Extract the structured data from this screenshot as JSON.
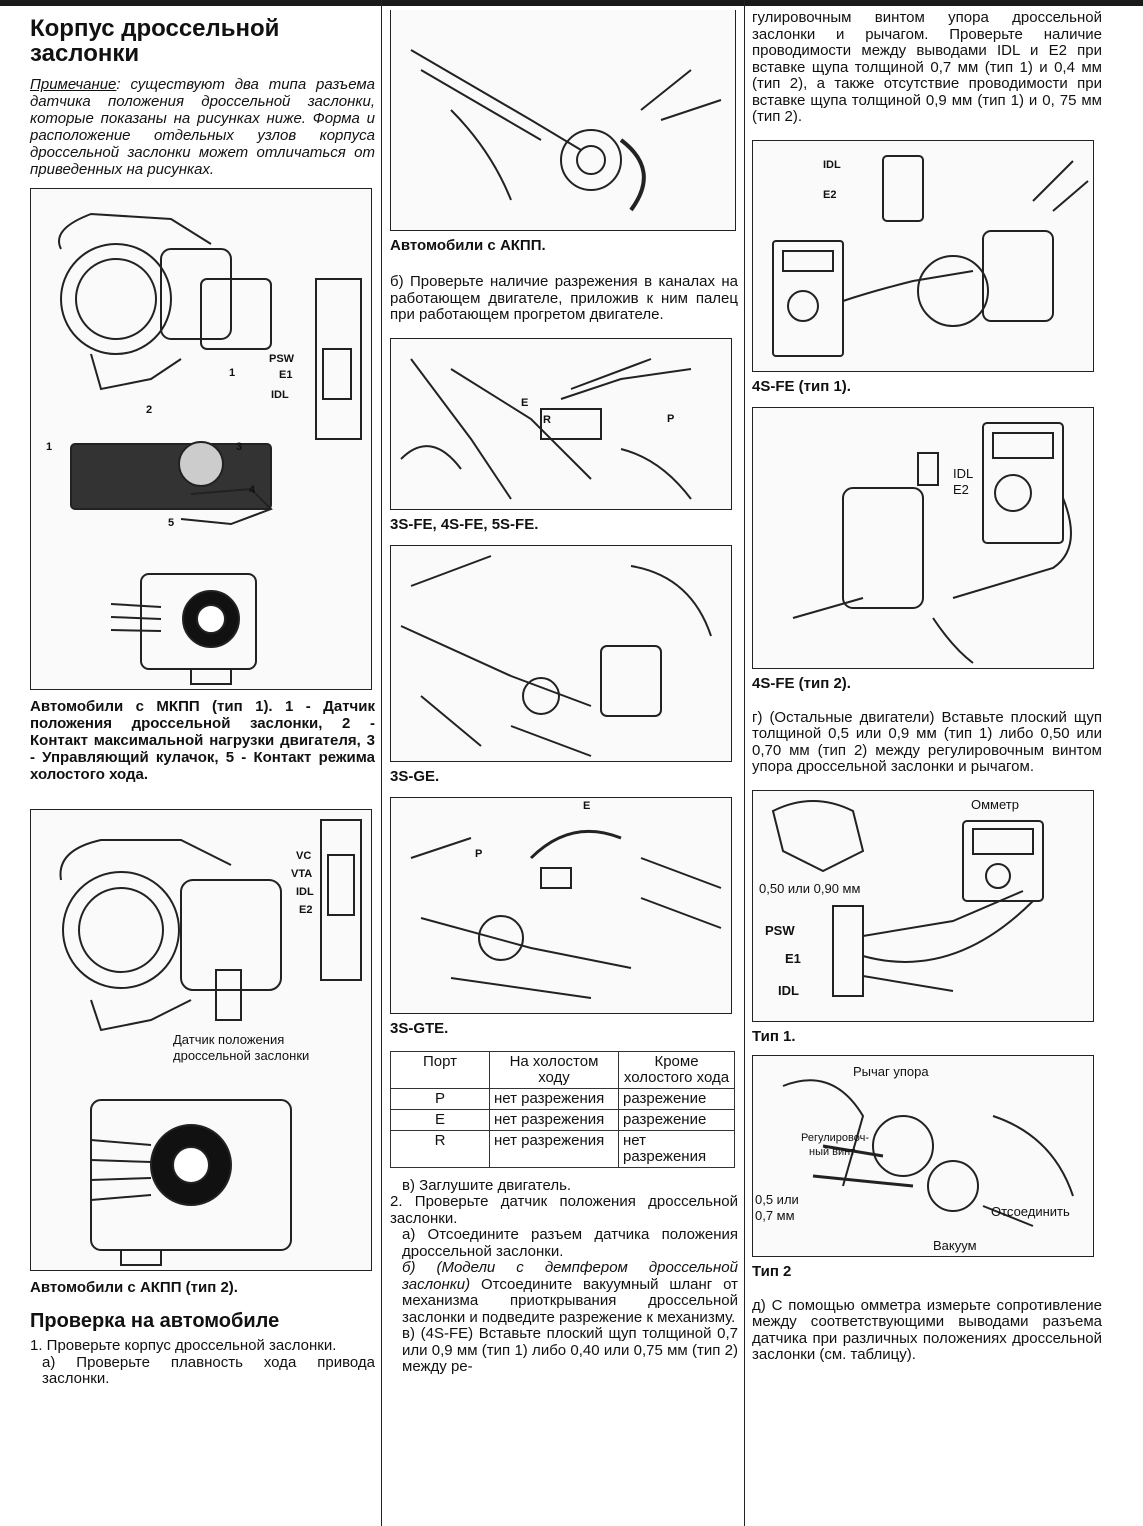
{
  "col1": {
    "title_l1": "Корпус дроссельной",
    "title_l2": "заслонки",
    "note_label": "Примечание",
    "note_text": ": существуют два типа разъема датчика положения дроссельной заслонки, которые показаны на рисунках ниже. Форма и расположение отдельных узлов корпуса дроссельной заслонки может отличаться от приведенных на рисунках.",
    "fig1": {
      "psw": "PSW",
      "e1": "E1",
      "idl": "IDL",
      "n1": "1",
      "n2": "2",
      "n3": "3",
      "n4": "4",
      "n5": "5",
      "n1b": "1"
    },
    "fig1_caption": "Автомобили с МКПП (тип 1). 1 - Датчик положения дроссельной заслонки, 2 - Контакт максимальной нагрузки двигателя, 3 - Управляющий кулачок, 5 - Контакт режима холостого хода.",
    "fig2": {
      "vc": "VC",
      "vta": "VTA",
      "idl": "IDL",
      "e2": "E2",
      "sensor_l1": "Датчик положения",
      "sensor_l2": "дроссельной заслонки"
    },
    "fig2_caption": "Автомобили с АКПП (тип 2).",
    "section_title": "Проверка на автомобиле",
    "p1": "1. Проверьте корпус дроссельной заслонки.",
    "p2": "а) Проверьте плавность хода привода заслонки."
  },
  "col2": {
    "cap_akpp": "Автомобили с АКПП.",
    "p_b": "б) Проверьте наличие разрежения в каналах на работающем двигателе, приложив к ним палец при работающем прогретом двигателе.",
    "fig_labels": {
      "e": "E",
      "r": "R",
      "p": "P"
    },
    "cap_3sfe": "3S-FE, 4S-FE, 5S-FE.",
    "cap_3sge": "3S-GE.",
    "fig_gte": {
      "e": "E",
      "p": "P"
    },
    "cap_3sgte": "3S-GTE.",
    "table": {
      "headers": [
        "Порт",
        "На холостом ходу",
        "Кроме холостого хода"
      ],
      "rows": [
        [
          "P",
          "нет разрежения",
          "разрежение"
        ],
        [
          "E",
          "нет разрежения",
          "разрежение"
        ],
        [
          "R",
          "нет разрежения",
          "нет разрежения"
        ]
      ]
    },
    "p_v": "в) Заглушите двигатель.",
    "p_2": "2. Проверьте датчик положения дроссельной заслонки.",
    "p_2a": "а) Отсоедините разъем датчика положения дроссельной заслонки.",
    "p_2b_it": "б) (Модели с демпфером дроссельной заслонки)",
    "p_2b_rest": " Отсоедините вакуумный шланг от механизма приоткрывания дроссельной заслонки и подведите разрежение к механизму.",
    "p_2v": "в) (4S-FE) Вставьте плоский щуп толщиной 0,7 или 0,9 мм (тип 1) либо 0,40 или 0,75 мм (тип 2) между ре-"
  },
  "col3": {
    "p_cont": "гулировочным винтом упора дроссельной заслонки и рычагом. Проверьте наличие проводимости между выводами IDL и E2 при вставке щупа толщиной 0,7 мм (тип 1) и 0,4 мм (тип 2), а также отсутствие проводимости при вставке щупа толщиной 0,9 мм (тип 1) и 0, 75 мм (тип 2).",
    "fig_t1": {
      "idl": "IDL",
      "e2": "E2"
    },
    "cap_t1": "4S-FE (тип 1).",
    "fig_t2": {
      "idl": "IDL",
      "e2": "E2"
    },
    "cap_t2": "4S-FE (тип 2).",
    "p_g": "г) (Остальные двигатели) Вставьте плоский щуп толщиной 0,5 или 0,9 мм (тип 1) либо 0,50 или 0,70 мм (тип 2) между регулировочным винтом упора дроссельной заслонки и рычагом.",
    "fig_om": {
      "ohm": "Омметр",
      "gap": "0,50 или 0,90 мм",
      "psw": "PSW",
      "e1": "E1",
      "idl": "IDL"
    },
    "cap_type1": "Тип 1.",
    "fig_lever": {
      "lever": "Рычаг упора",
      "screw_l1": "Регулировоч-",
      "screw_l2": "ный винт",
      "gap_l1": "0,5 или",
      "gap_l2": "0,7 мм",
      "disc": "Отсоединить",
      "vac": "Вакуум"
    },
    "cap_type2": "Тип 2",
    "p_d": "д) С помощью омметра измерьте сопротивление между соответствующими выводами разъема датчика при различных положениях дроссельной заслонки (см. таблицу)."
  }
}
